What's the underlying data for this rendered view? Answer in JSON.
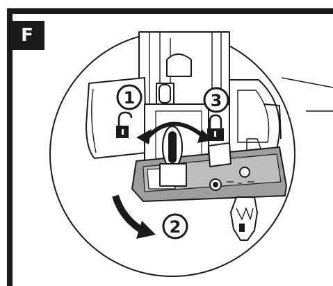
{
  "figure": {
    "label": "F",
    "steps": [
      "1",
      "2",
      "3"
    ],
    "colors": {
      "frame": "#1a1a1a",
      "lock_icon": "#1a1a1a",
      "base_plate": "#9e9e9e",
      "background": "#ffffff"
    },
    "icons": [
      "unlock-icon",
      "lock-icon",
      "rotate-arrow-icon",
      "curved-arrow-icon"
    ]
  }
}
